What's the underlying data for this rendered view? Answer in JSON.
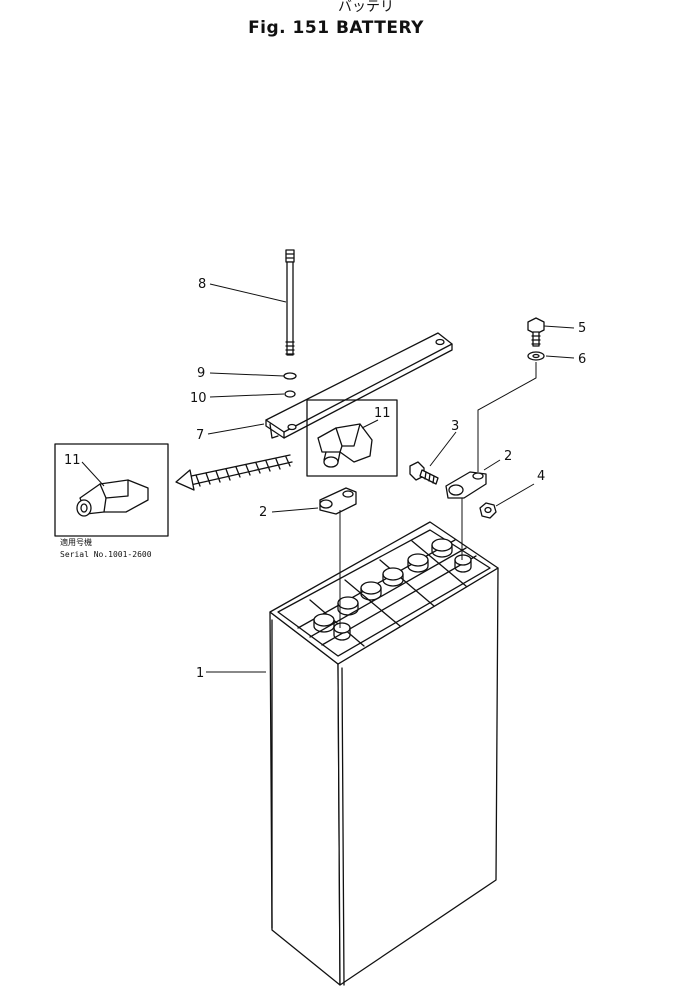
{
  "header": {
    "title_jp": "バッテリ",
    "title": "Fig. 151  BATTERY"
  },
  "callouts": {
    "c1": "1",
    "c2a": "2",
    "c2b": "2",
    "c3": "3",
    "c4": "4",
    "c5": "5",
    "c6": "6",
    "c7": "7",
    "c8": "8",
    "c9": "9",
    "c10": "10",
    "c11a": "11",
    "c11b": "11"
  },
  "detail_note": {
    "jp": "適用号機",
    "serial": "Serial No.1001-2600"
  }
}
